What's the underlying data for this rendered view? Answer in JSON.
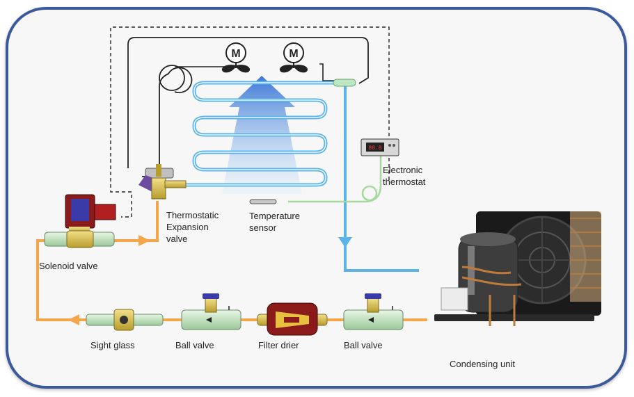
{
  "labels": {
    "solenoid_valve": "Solenoid valve",
    "txv_line1": "Thermostatic",
    "txv_line2": "Expansion",
    "txv_line3": "valve",
    "sensor_line1": "Temperature",
    "sensor_line2": "sensor",
    "thermostat_line1": "Electronic",
    "thermostat_line2": "thermostat",
    "sight_glass": "Sight glass",
    "ball_valve_1": "Ball valve",
    "filter_drier": "Filter drier",
    "ball_valve_2": "Ball valve",
    "condensing_unit": "Condensing unit",
    "fan_motor_1": "M",
    "fan_motor_2": "M"
  },
  "colors": {
    "frame_border": "#3a5a9c",
    "liquid_line": "#f5a54a",
    "suction_line": "#5ab4ea",
    "evaporator_coil": "#5ab4ea",
    "air_flow": "#2a6fd6",
    "sensor_line": "#a6d8a0",
    "control_line": "#222222"
  },
  "icons": [
    "fan-motor-icon",
    "fan-blade-icon",
    "solenoid-valve-icon",
    "expansion-valve-icon",
    "sight-glass-icon",
    "ball-valve-icon",
    "filter-drier-icon",
    "thermostat-icon",
    "compressor-icon"
  ]
}
